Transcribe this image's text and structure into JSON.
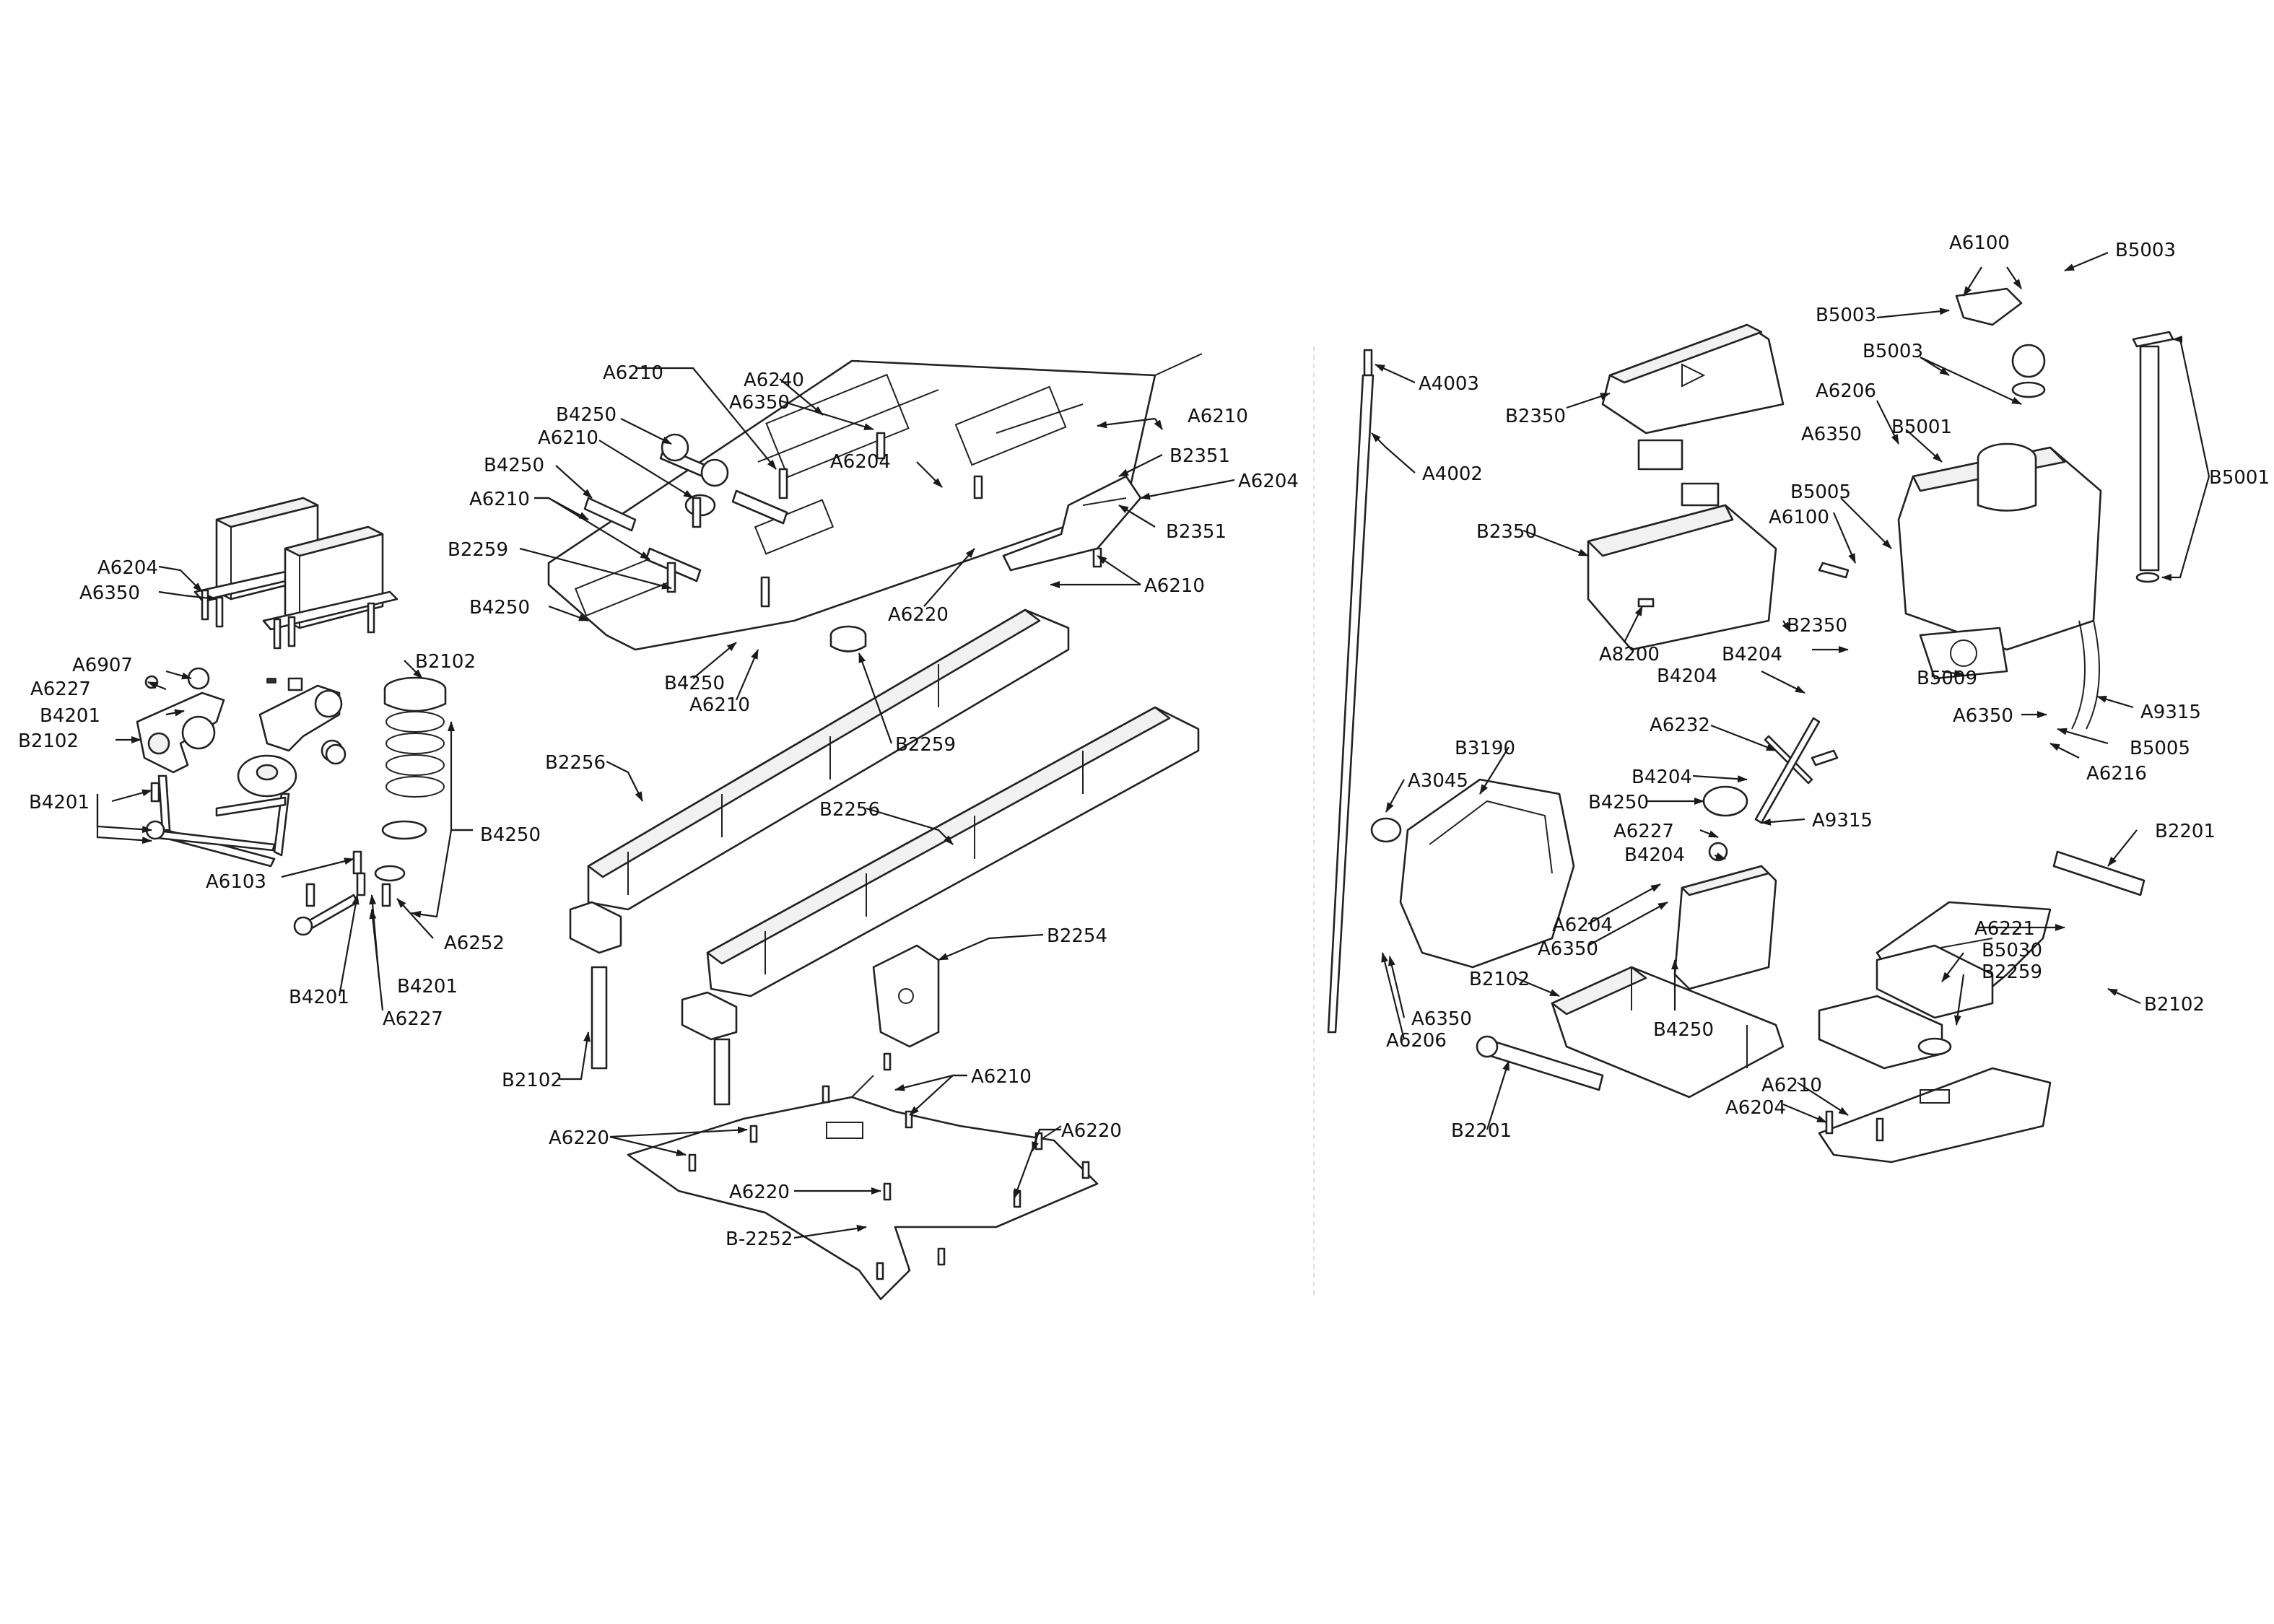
{
  "labels": {
    "a4003": "A4003",
    "a4002": "A4002",
    "a6100_top": "A6100",
    "b5003_top": "B5003",
    "b5003_left": "B5003",
    "b5003_mid": "B5003",
    "b5001_right": "B5001",
    "b5001": "B5001",
    "a6206_top": "A6206",
    "a6350_top": "A6350",
    "b5005_a": "B5005",
    "a6100_mid": "A6100",
    "b2350_top": "B2350",
    "b2350_mid": "B2350",
    "a8200": "A8200",
    "b2350_rod": "B2350",
    "b4204_a": "B4204",
    "b4204_b": "B4204",
    "b5009": "B5009",
    "a9315_a": "A9315",
    "a6350_right": "A6350",
    "b5005_b": "B5005",
    "a6216": "A6216",
    "a6232": "A6232",
    "b3190": "B3190",
    "a3045": "A3045",
    "b4204_c": "B4204",
    "b4250_r": "B4250",
    "a9315_b": "A9315",
    "a6227_r": "A6227",
    "b4204_d": "B4204",
    "a6204_r": "A6204",
    "a6350_r2": "A6350",
    "b2102_r": "B2102",
    "a6350_r3": "A6350",
    "a6206_r": "A6206",
    "b4250_r2": "B4250",
    "b2201_top": "B2201",
    "a6221": "A6221",
    "b5030": "B5030",
    "b2259_r": "B2259",
    "b2102_rr": "B2102",
    "a6210_r": "A6210",
    "a6204_r2": "A6204",
    "b2201_bot": "B2201",
    "a6210_1": "A6210",
    "a6240": "A6240",
    "a6350_c": "A6350",
    "b4250_c1": "B4250",
    "a6210_2": "A6210",
    "a6210_3": "A6210",
    "b2351_a": "B2351",
    "a6204_c1": "A6204",
    "b4250_c2": "B4250",
    "a6204_c2": "A6204",
    "a6210_4": "A6210",
    "b2351_b": "B2351",
    "b2259_c": "B2259",
    "b4250_c3": "B4250",
    "a6220_c": "A6220",
    "a6210_5": "A6210",
    "b4250_c4": "B4250",
    "a6210_6": "A6210",
    "b2259_c2": "B2259",
    "b2256_a": "B2256",
    "b2256_b": "B2256",
    "b2254": "B2254",
    "b2102_c": "B2102",
    "a6210_7": "A6210",
    "a6220_a": "A6220",
    "a6220_b": "A6220",
    "a6220_d": "A6220",
    "b2252": "B-2252",
    "a6204_l": "A6204",
    "a6350_l": "A6350",
    "a6907": "A6907",
    "a6227_l": "A6227",
    "b4201_a": "B4201",
    "b2102_l": "B2102",
    "b2102_l2": "B2102",
    "b4201_b": "B4201",
    "b4250_l": "B4250",
    "a6103": "A6103",
    "a6252": "A6252",
    "b4201_c": "B4201",
    "b4201_d": "B4201",
    "a6227_l2": "A6227"
  },
  "colors": {
    "line": "#222222",
    "fill": "#ffffff",
    "shade": "#f1f1f1",
    "text": "#111111"
  }
}
